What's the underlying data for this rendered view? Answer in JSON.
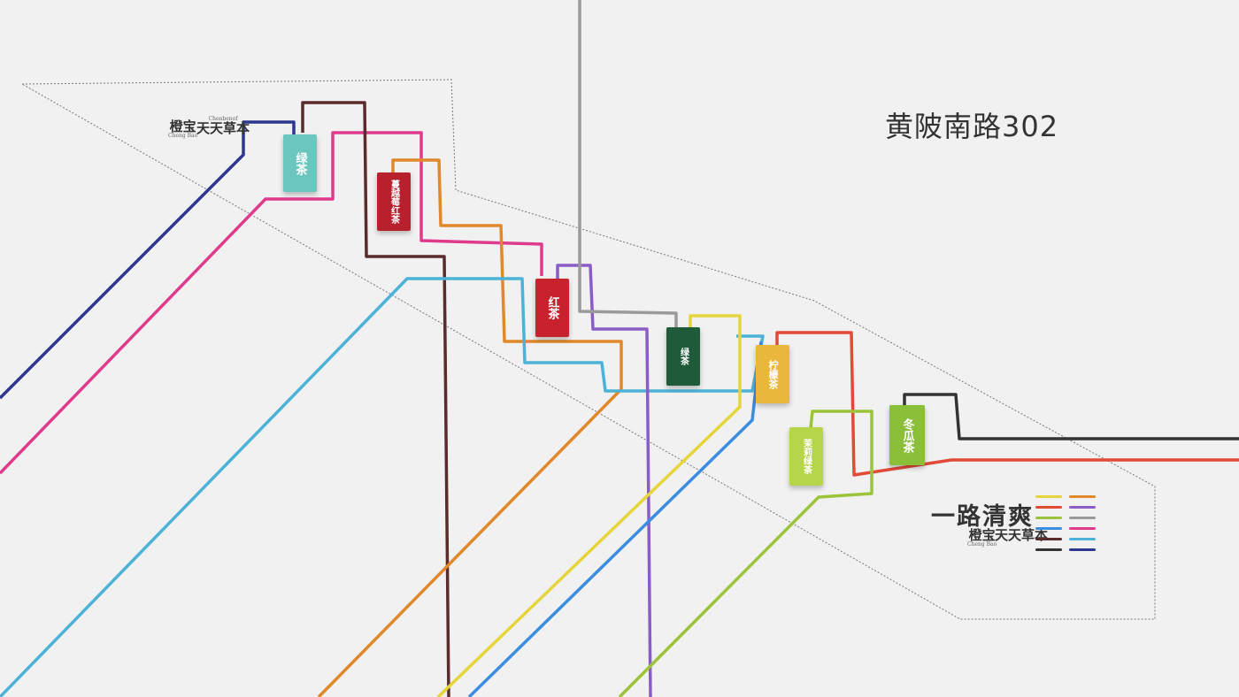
{
  "title": "黄陂南路302",
  "slogan": "一路清爽",
  "brands": [
    {
      "name": "橙宝",
      "subtitle": "Cheng Bao"
    },
    {
      "name": "天天草本",
      "subtitle": "Chenbenof"
    }
  ],
  "products": [
    {
      "name": "绿茶",
      "color": "#6cc6c0"
    },
    {
      "name": "蔓越莓红茶",
      "color": "#b8202e"
    },
    {
      "name": "红茶",
      "color": "#c8222c"
    },
    {
      "name": "绿茶",
      "color": "#1f5a3a"
    },
    {
      "name": "柠檬茶",
      "color": "#e9b83a"
    },
    {
      "name": "茉莉绿茶",
      "color": "#b6d64a"
    },
    {
      "name": "冬瓜茶",
      "color": "#8bbf3a"
    }
  ],
  "line_colors": {
    "navy": "#2c3790",
    "pink": "#e03a8c",
    "cyan": "#4db2d8",
    "brown": "#5a2b2b",
    "orange": "#e0882a",
    "purple": "#8b5cc6",
    "gray": "#9a9a9a",
    "yellow": "#e6d53a",
    "blue": "#3a8de0",
    "red": "#e24a38",
    "green": "#9bc43a",
    "black": "#333333"
  },
  "legend_colors": [
    "#e6d53a",
    "#e0882a",
    "#e24a38",
    "#8b5cc6",
    "#9bc43a",
    "#9a9a9a",
    "#3a8de0",
    "#e03a8c",
    "#5a2b2b",
    "#4db2d8",
    "#333333",
    "#2c3790"
  ]
}
